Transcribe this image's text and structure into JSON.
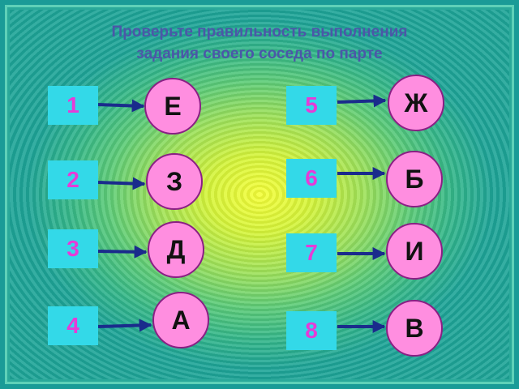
{
  "title_line1": "Проверьте правильность выполнения",
  "title_line2": "задания своего соседа по парте",
  "colors": {
    "number_box": "#33d9e8",
    "number_text": "#e63bd7",
    "circle_fill": "#ff8ee0",
    "arrow": "#1a2b8c",
    "title": "#4b57a8"
  },
  "pairs": [
    {
      "number": "1",
      "letter": "Е"
    },
    {
      "number": "2",
      "letter": "З"
    },
    {
      "number": "3",
      "letter": "Д"
    },
    {
      "number": "4",
      "letter": "А"
    },
    {
      "number": "5",
      "letter": "Ж"
    },
    {
      "number": "6",
      "letter": "Б"
    },
    {
      "number": "7",
      "letter": "И"
    },
    {
      "number": "8",
      "letter": "В"
    }
  ]
}
